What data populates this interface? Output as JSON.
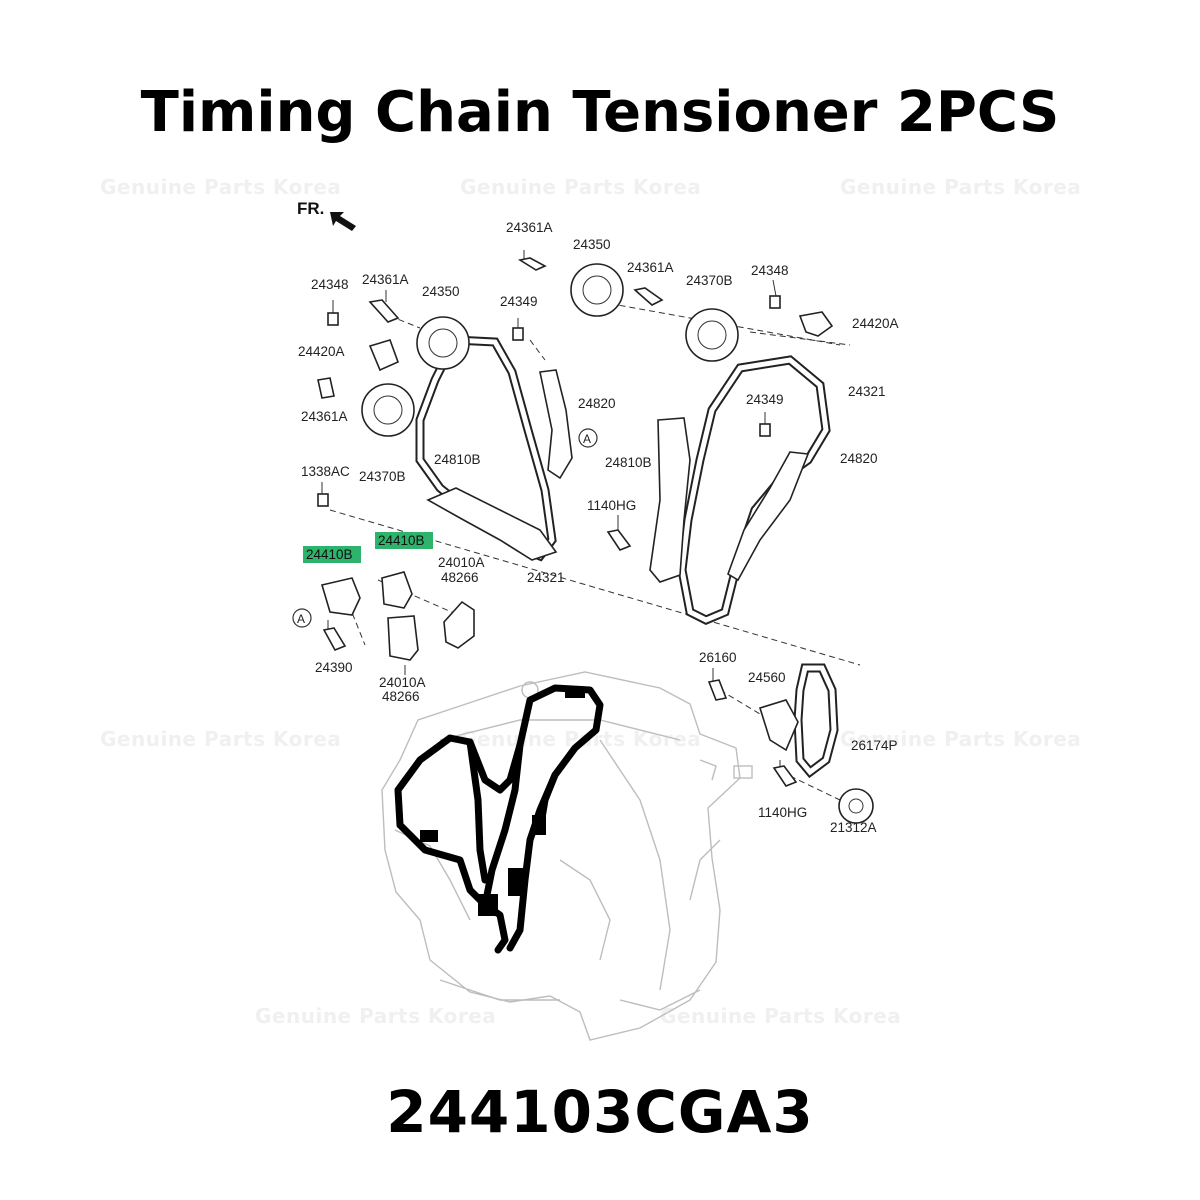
{
  "title": "Timing Chain Tensioner 2PCS",
  "part_number": "244103CGA3",
  "watermark": "Genuine Parts Korea",
  "front_marker": "FR.",
  "ref_circle": "A",
  "highlight_color": "#2db36b",
  "labels": {
    "p24361A_top": "24361A",
    "p24350_top": "24350",
    "p24361A_mid": "24361A",
    "p24370B_right": "24370B",
    "p24348_right": "24348",
    "p24420A_right": "24420A",
    "p24348_left": "24348",
    "p24361A_left": "24361A",
    "p24350_left": "24350",
    "p24349_center": "24349",
    "p24420A_left": "24420A",
    "p24321_right": "24321",
    "p24820_center": "24820",
    "p24349_right": "24349",
    "p24361A_lower": "24361A",
    "p24810B_right": "24810B",
    "p24820_right": "24820",
    "p24810B_left": "24810B",
    "p1338AC": "1338AC",
    "p24370B_left": "24370B",
    "p1140HG_upper": "1140HG",
    "p24410B_left": "24410B",
    "p24410B_right": "24410B",
    "p24010A_a": "24010A",
    "p48266_a": "48266",
    "p24321_center": "24321",
    "p24390": "24390",
    "p24010A_b": "24010A",
    "p48266_b": "48266",
    "p26160": "26160",
    "p24560": "24560",
    "p26174P": "26174P",
    "p1140HG_lower": "1140HG",
    "p21312A": "21312A"
  }
}
